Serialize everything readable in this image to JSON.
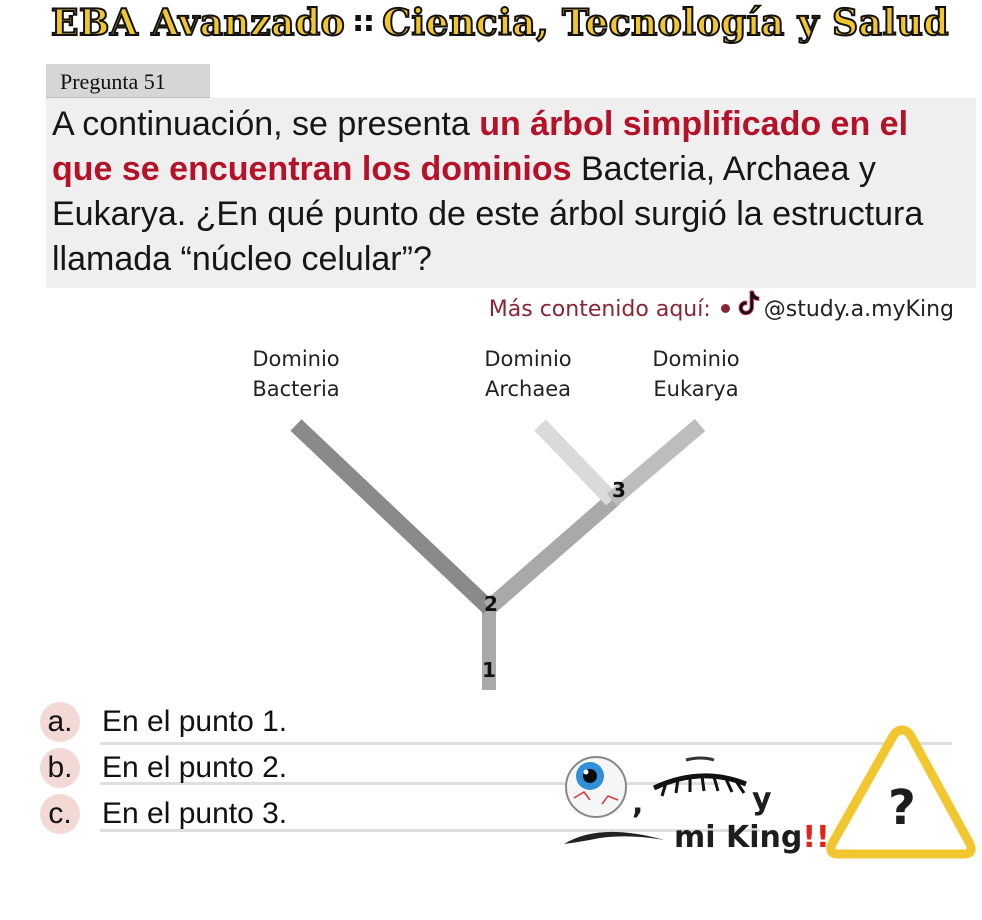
{
  "header": {
    "left": "EBA Avanzado",
    "separator": "∷",
    "right": "Ciencia, Tecnología y Salud"
  },
  "question": {
    "label": "Pregunta 51",
    "text_parts": [
      {
        "text": "A continuación, se presenta ",
        "highlight": false
      },
      {
        "text": "un árbol simplificado en el que se encuentran los dominios",
        "highlight": true
      },
      {
        "text": " Bacteria, Archaea y Eukarya. ¿En qué punto de este árbol surgió la estructura llamada “núcleo celular”?",
        "highlight": false
      }
    ]
  },
  "promo": {
    "label": "Más contenido aquí:",
    "handle": "@study.a.myKing",
    "icon": "tiktok-icon"
  },
  "tree": {
    "domains": [
      {
        "line1": "Dominio",
        "line2": "Bacteria"
      },
      {
        "line1": "Dominio",
        "line2": "Archaea"
      },
      {
        "line1": "Dominio",
        "line2": "Eukarya"
      }
    ],
    "nodes": [
      "1",
      "2",
      "3"
    ],
    "colors": {
      "bacteria_branch": "#8a8a8a",
      "main_branch": "#a9a9a9",
      "eukarya_branch": "#bdbdbd",
      "archaea_branch": "#dadada"
    }
  },
  "options": [
    {
      "letter": "a.",
      "text": "En el punto 1."
    },
    {
      "letter": "b.",
      "text": "En el punto 2."
    },
    {
      "letter": "c.",
      "text": "En el punto 3."
    }
  ],
  "sticker": {
    "comma": ",",
    "y": "y",
    "mi_king": "mi King",
    "exclaim": "!!",
    "question_mark": "?",
    "icons": [
      "eyeball-icon",
      "winking-eye-icon",
      "eyebrow-icon",
      "warning-sign-icon"
    ]
  },
  "colors": {
    "header_fill": "#f2c62e",
    "highlight_red": "#b5122a",
    "promo_red": "#8b2336"
  }
}
